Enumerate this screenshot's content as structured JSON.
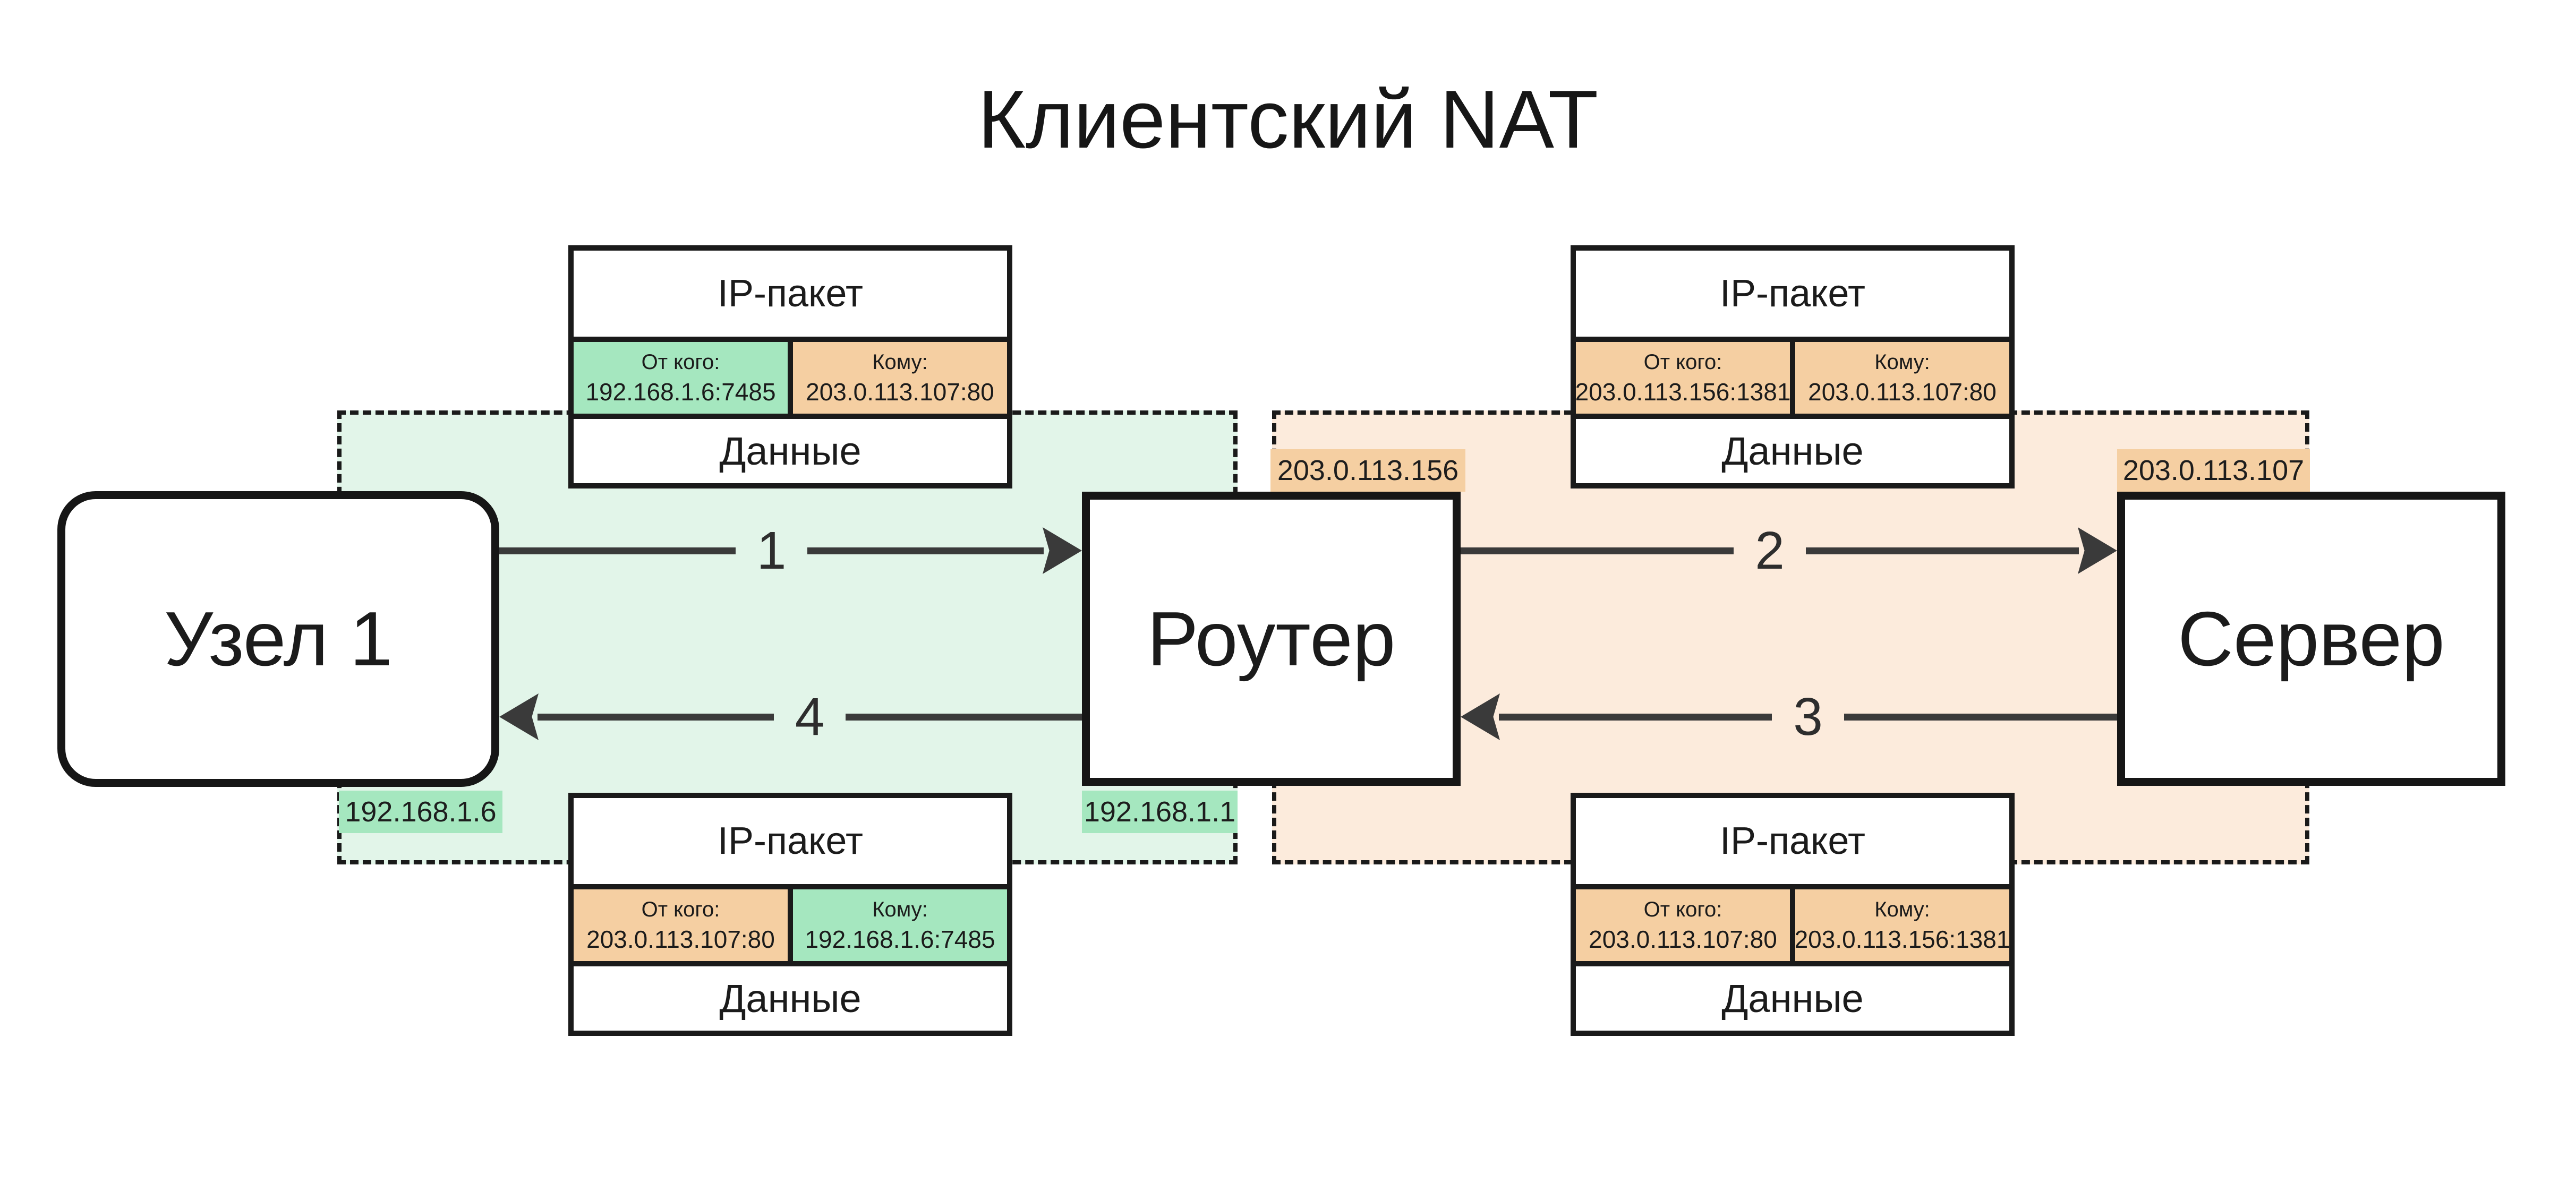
{
  "title": "Клиентский NAT",
  "colors": {
    "green_highlight": "#a5e7bf",
    "green_zone": "#e2f5e9",
    "orange_highlight": "#f5cfa2",
    "orange_zone": "#fcebdc",
    "outline": "#1a1a1a",
    "arrow": "#3a3a3a"
  },
  "zones": {
    "lan": {
      "color": "green"
    },
    "wan": {
      "color": "orange"
    }
  },
  "nodes": {
    "host": {
      "label": "Узел 1"
    },
    "router": {
      "label": "Роутер"
    },
    "server": {
      "label": "Сервер"
    }
  },
  "ip_labels": {
    "host": {
      "text": "192.168.1.6",
      "color": "green"
    },
    "router_lan": {
      "text": "192.168.1.1",
      "color": "green"
    },
    "router_wan": {
      "text": "203.0.113.156",
      "color": "orange"
    },
    "server": {
      "text": "203.0.113.107",
      "color": "orange"
    }
  },
  "packets": [
    {
      "title": "IP-пакет",
      "from": {
        "label": "От кого:",
        "value": "192.168.1.6:7485",
        "color": "green"
      },
      "to": {
        "label": "Кому:",
        "value": "203.0.113.107:80",
        "color": "orange"
      },
      "data_label": "Данные"
    },
    {
      "title": "IP-пакет",
      "from": {
        "label": "От кого:",
        "value": "203.0.113.156:1381",
        "color": "orange"
      },
      "to": {
        "label": "Кому:",
        "value": "203.0.113.107:80",
        "color": "orange"
      },
      "data_label": "Данные"
    },
    {
      "title": "IP-пакет",
      "from": {
        "label": "От кого:",
        "value": "203.0.113.107:80",
        "color": "orange"
      },
      "to": {
        "label": "Кому:",
        "value": "192.168.1.6:7485",
        "color": "green"
      },
      "data_label": "Данные"
    },
    {
      "title": "IP-пакет",
      "from": {
        "label": "От кого:",
        "value": "203.0.113.107:80",
        "color": "orange"
      },
      "to": {
        "label": "Кому:",
        "value": "203.0.113.156:1381",
        "color": "orange"
      },
      "data_label": "Данные"
    }
  ],
  "arrows": [
    {
      "number": "1",
      "direction": "right"
    },
    {
      "number": "2",
      "direction": "right"
    },
    {
      "number": "3",
      "direction": "left"
    },
    {
      "number": "4",
      "direction": "left"
    }
  ]
}
